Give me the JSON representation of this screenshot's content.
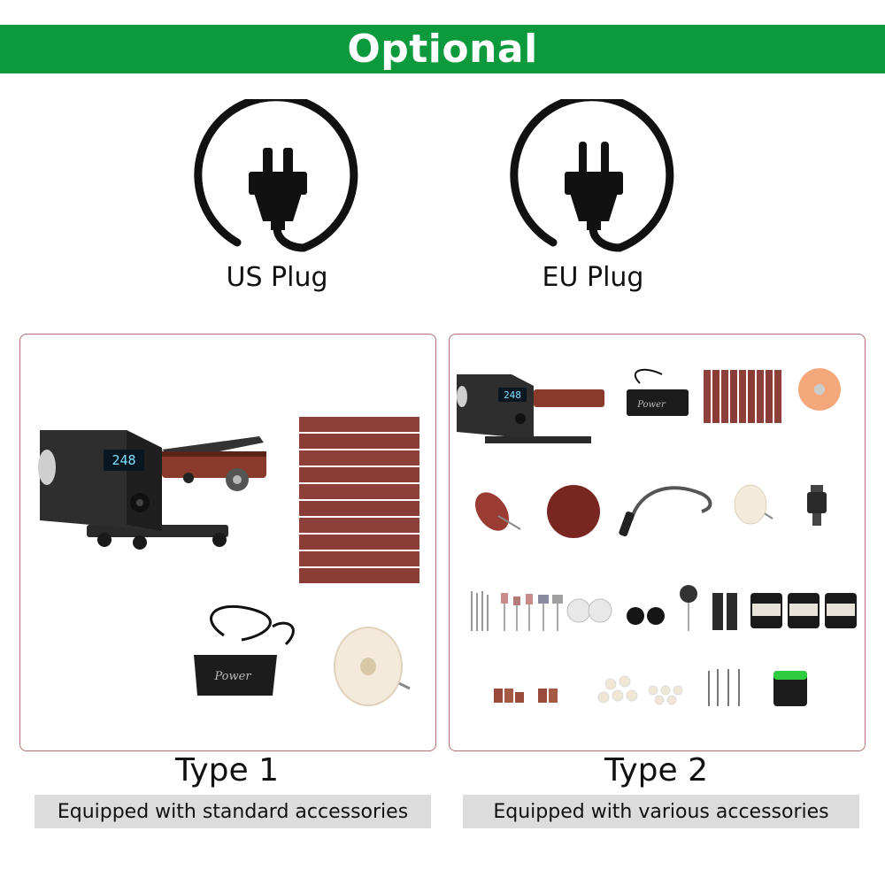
{
  "banner": {
    "title": "Optional",
    "color": "#0c9a3c"
  },
  "plugs": [
    {
      "label": "US Plug",
      "icon": "us-plug-icon"
    },
    {
      "label": "EU Plug",
      "icon": "eu-plug-icon"
    }
  ],
  "type1": {
    "title": "Type 1",
    "caption": "Equipped with standard accessories",
    "display_reading": "248",
    "adapter_text": "Power"
  },
  "type2": {
    "title": "Type 2",
    "caption": "Equipped with various accessories",
    "display_reading": "248",
    "adapter_text": "Power"
  }
}
